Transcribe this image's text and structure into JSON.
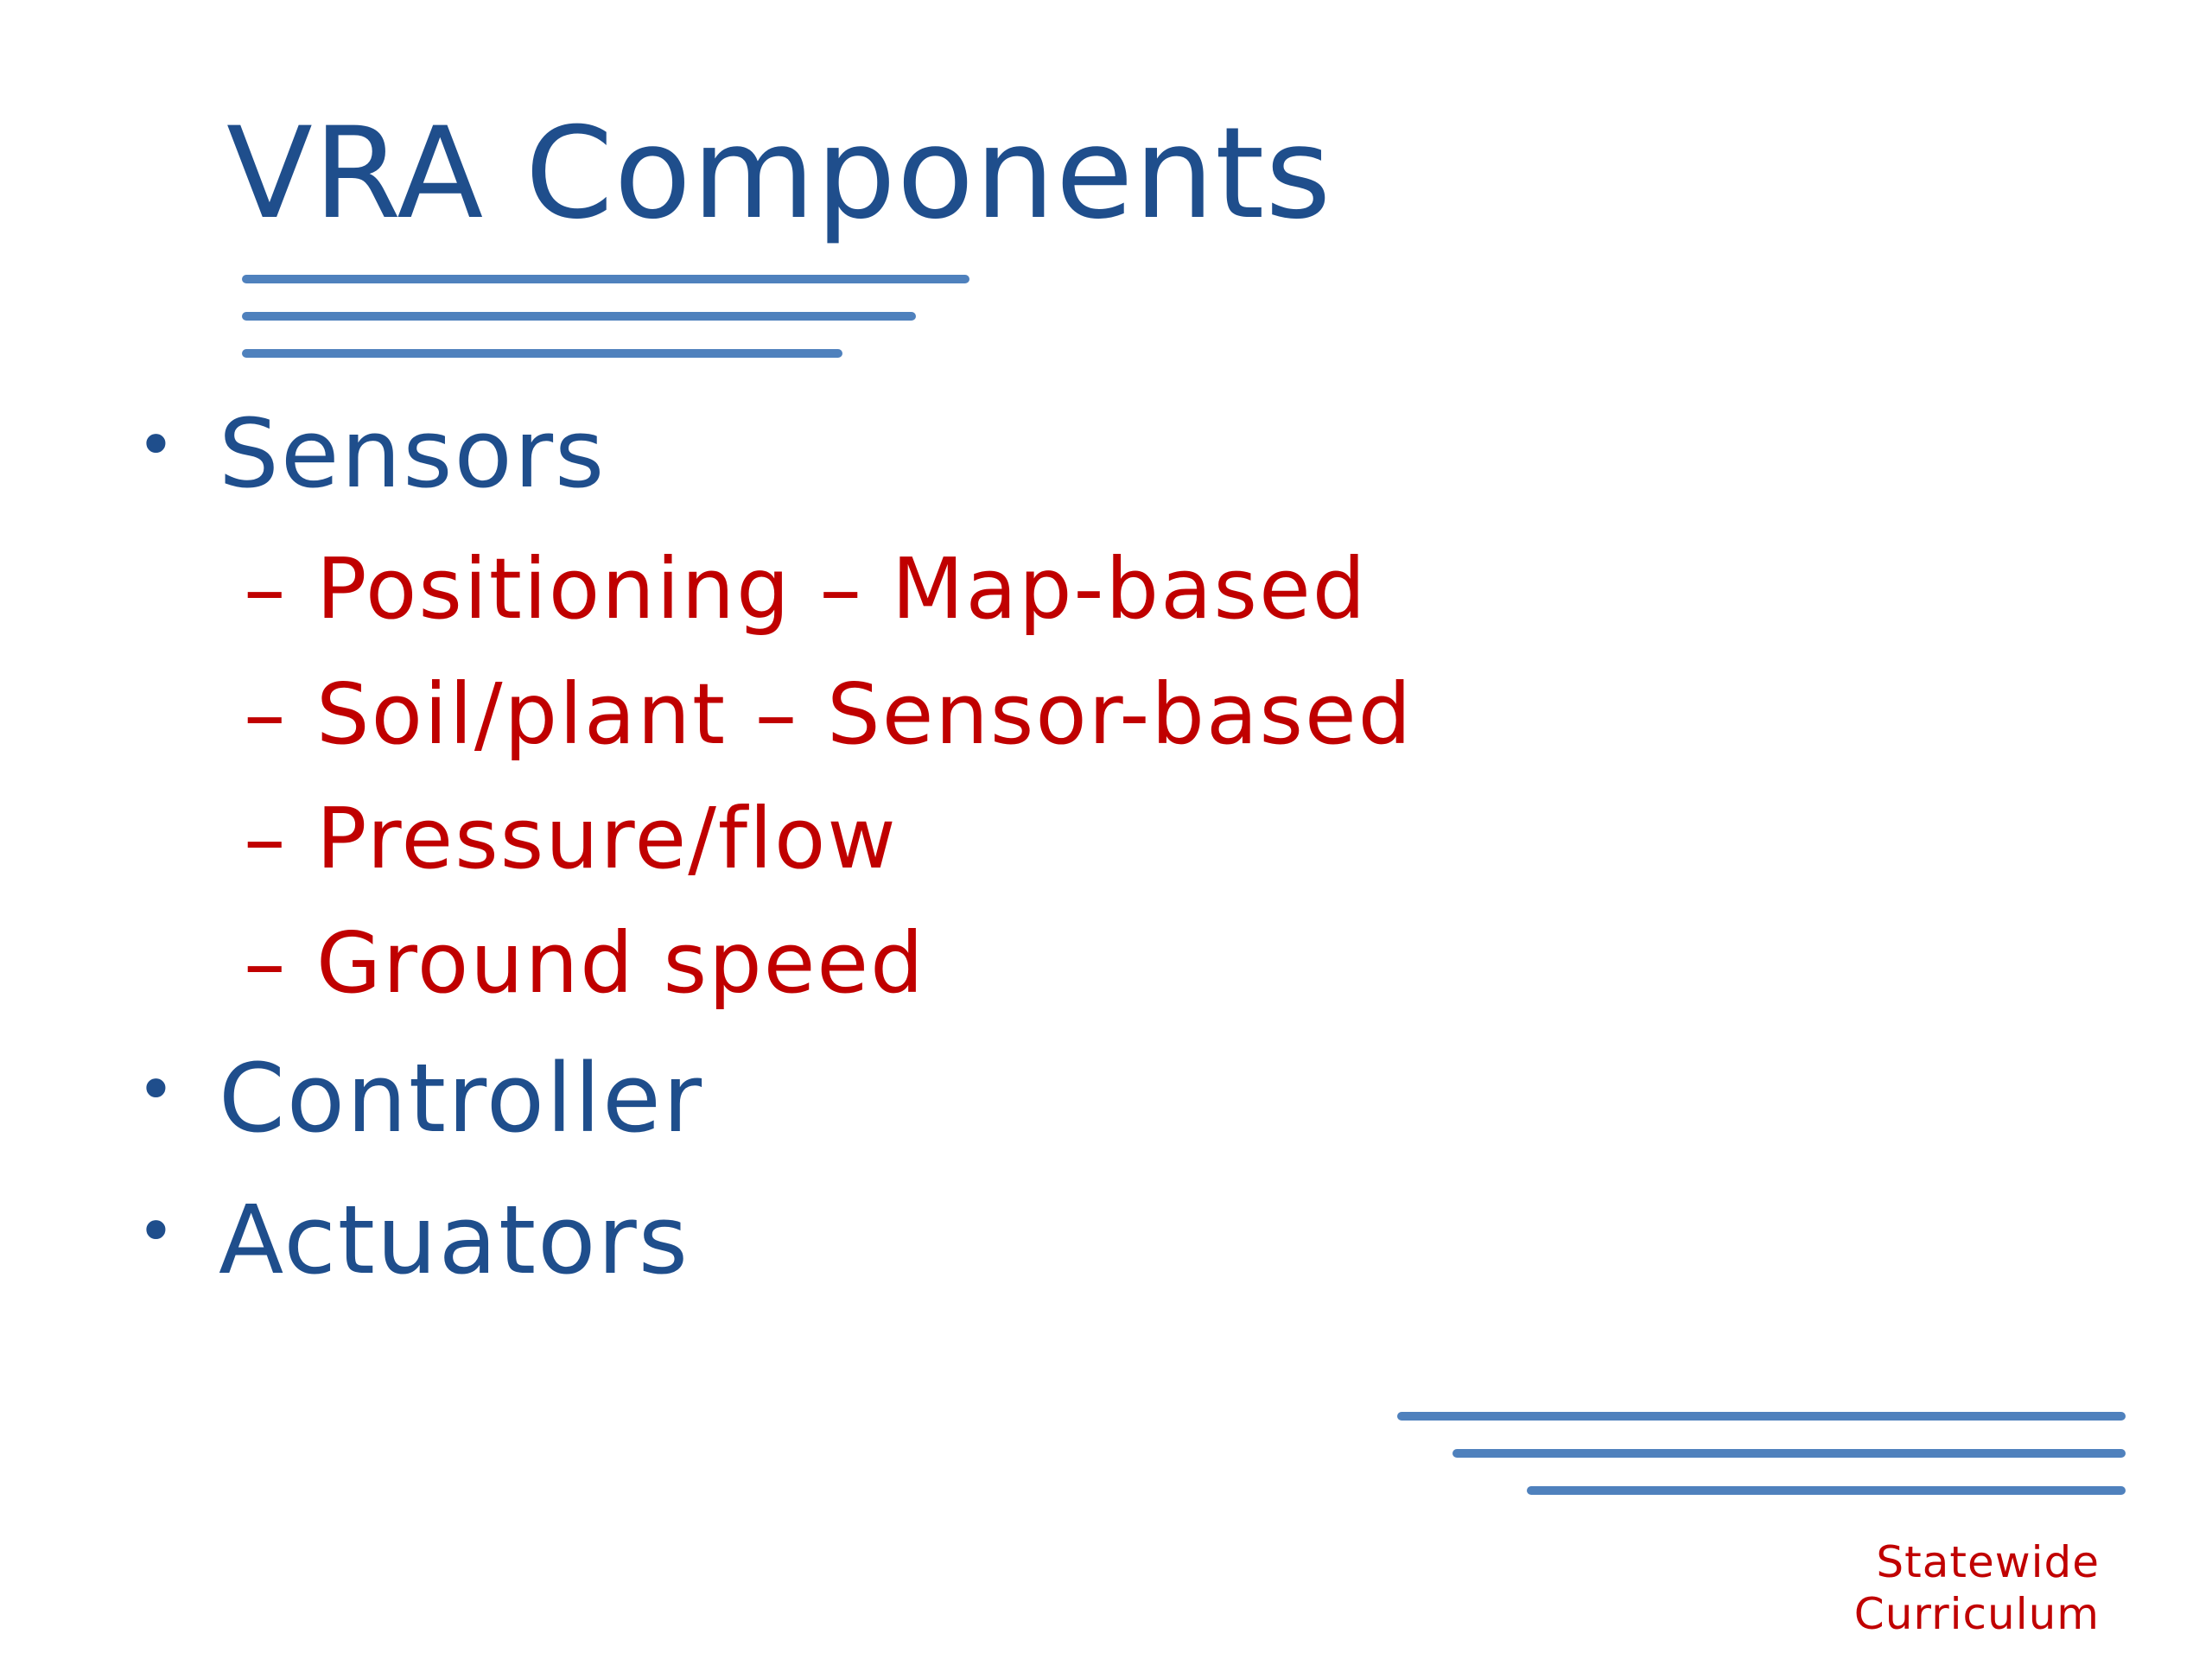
{
  "colors": {
    "title": "#1f4e8c",
    "accent_line": "#4f81bd",
    "bullet_text": "#1f4e8c",
    "sub_text": "#c00000",
    "footer": "#c00000",
    "background": "#ffffff"
  },
  "slide": {
    "title": "VRA Components",
    "bullet_marker": "•",
    "sub_marker": "–",
    "items": [
      {
        "text": "Sensors"
      },
      {
        "text": "Controller"
      },
      {
        "text": "Actuators"
      }
    ],
    "sensors_subitems": [
      "Positioning – Map-based",
      "Soil/plant – Sensor-based",
      "Pressure/flow",
      "Ground speed"
    ],
    "footer": {
      "line1": "Statewide",
      "line2": "Curriculum"
    }
  }
}
